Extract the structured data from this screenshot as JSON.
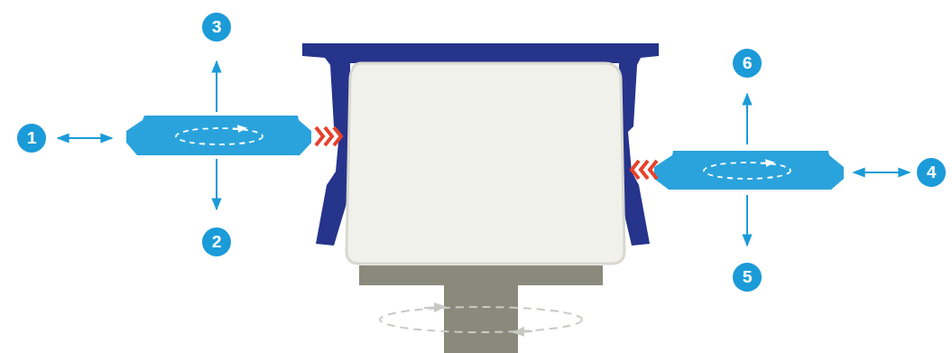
{
  "diagram": {
    "labels": [
      "3",
      "6",
      "1",
      "4",
      "2",
      "5"
    ]
  }
}
